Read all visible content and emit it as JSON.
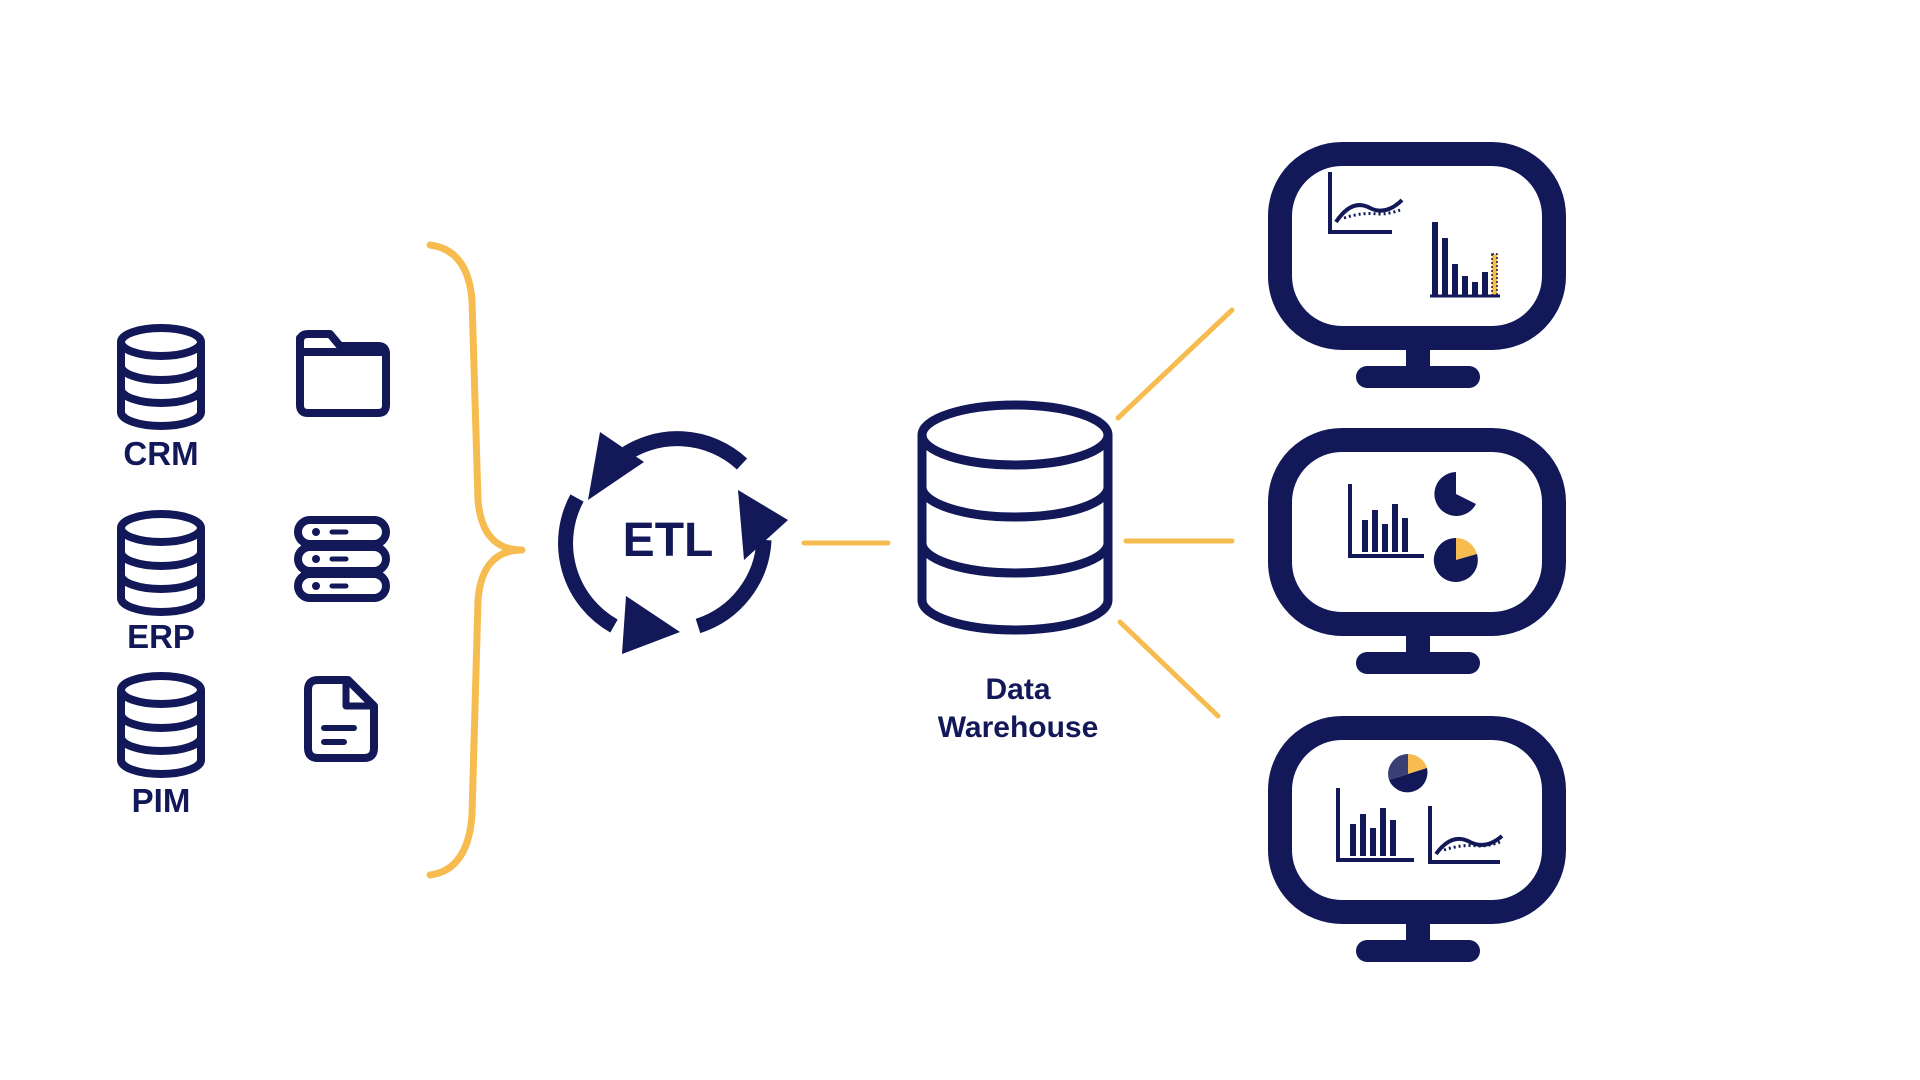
{
  "colors": {
    "navy": "#121858",
    "accent": "#F6BC4F",
    "background": "#FFFFFF"
  },
  "sources": [
    {
      "label": "CRM",
      "icon": "database-icon",
      "companion_icon": "folder-icon"
    },
    {
      "label": "ERP",
      "icon": "database-icon",
      "companion_icon": "server-stack-icon"
    },
    {
      "label": "PIM",
      "icon": "database-icon",
      "companion_icon": "document-icon"
    }
  ],
  "etl": {
    "label": "ETL",
    "icon": "cycle-arrows-icon"
  },
  "warehouse": {
    "label_line1": "Data",
    "label_line2": "Warehouse",
    "icon": "database-icon"
  },
  "dashboards": [
    {
      "icon": "monitor-icon",
      "contents": [
        "line-chart-icon",
        "bar-chart-icon"
      ]
    },
    {
      "icon": "monitor-icon",
      "contents": [
        "bar-chart-icon",
        "pie-chart-icon",
        "pie-chart-icon"
      ]
    },
    {
      "icon": "monitor-icon",
      "contents": [
        "pie-chart-icon",
        "bar-chart-icon",
        "line-chart-icon"
      ]
    }
  ]
}
